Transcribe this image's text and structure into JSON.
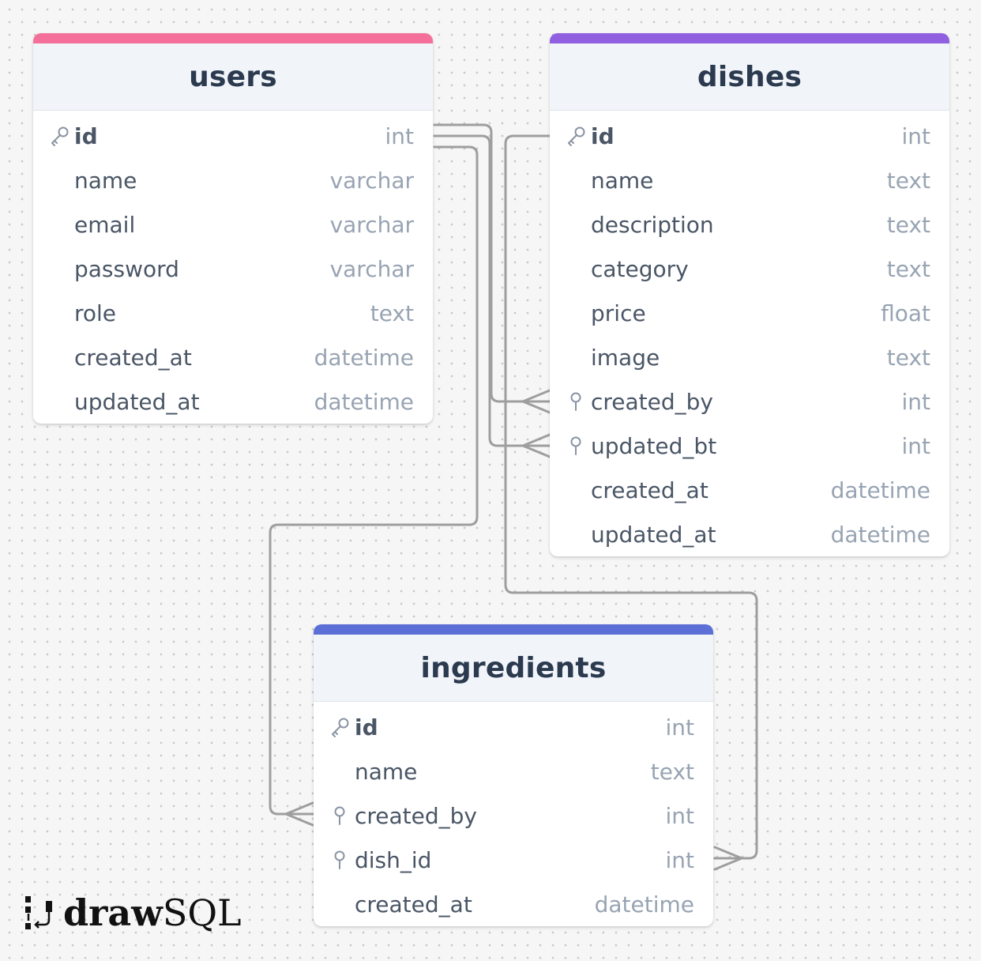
{
  "tables": [
    {
      "id": "users",
      "name": "users",
      "accent": "#f4709a",
      "columns": [
        {
          "name": "id",
          "type": "int",
          "key": "primary"
        },
        {
          "name": "name",
          "type": "varchar",
          "key": "none"
        },
        {
          "name": "email",
          "type": "varchar",
          "key": "none"
        },
        {
          "name": "password",
          "type": "varchar",
          "key": "none"
        },
        {
          "name": "role",
          "type": "text",
          "key": "none"
        },
        {
          "name": "created_at",
          "type": "datetime",
          "key": "none"
        },
        {
          "name": "updated_at",
          "type": "datetime",
          "key": "none"
        }
      ]
    },
    {
      "id": "dishes",
      "name": "dishes",
      "accent": "#9060e0",
      "columns": [
        {
          "name": "id",
          "type": "int",
          "key": "primary"
        },
        {
          "name": "name",
          "type": "text",
          "key": "none"
        },
        {
          "name": "description",
          "type": "text",
          "key": "none"
        },
        {
          "name": "category",
          "type": "text",
          "key": "none"
        },
        {
          "name": "price",
          "type": "float",
          "key": "none"
        },
        {
          "name": "image",
          "type": "text",
          "key": "none"
        },
        {
          "name": "created_by",
          "type": "int",
          "key": "foreign"
        },
        {
          "name": "updated_bt",
          "type": "int",
          "key": "foreign"
        },
        {
          "name": "created_at",
          "type": "datetime",
          "key": "none"
        },
        {
          "name": "updated_at",
          "type": "datetime",
          "key": "none"
        }
      ]
    },
    {
      "id": "ingredients",
      "name": "ingredients",
      "accent": "#5c6fd6",
      "columns": [
        {
          "name": "id",
          "type": "int",
          "key": "primary"
        },
        {
          "name": "name",
          "type": "text",
          "key": "none"
        },
        {
          "name": "created_by",
          "type": "int",
          "key": "foreign"
        },
        {
          "name": "dish_id",
          "type": "int",
          "key": "foreign"
        },
        {
          "name": "created_at",
          "type": "datetime",
          "key": "none"
        }
      ]
    }
  ],
  "relationships": [
    {
      "from": "users.id",
      "to": "dishes.created_by"
    },
    {
      "from": "users.id",
      "to": "dishes.updated_bt"
    },
    {
      "from": "users.id",
      "to": "ingredients.created_by"
    },
    {
      "from": "dishes.id",
      "to": "ingredients.dish_id"
    }
  ],
  "connector_color": "#9e9e9e",
  "logo": {
    "strong": "draw",
    "light": "SQL"
  }
}
